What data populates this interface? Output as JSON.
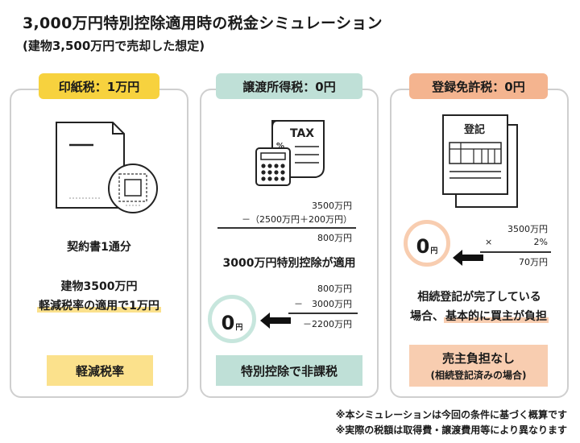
{
  "header": {
    "title": "3,000万円特別控除適用時の税金シミュレーション",
    "subtitle": "(建物3,500万円で売却した想定)"
  },
  "cards": {
    "stamp": {
      "pill": "印紙税：1万円",
      "doc_label": "契約書1通分",
      "line1": "建物3500万円",
      "line2": "軽減税率の適用で1万円",
      "bottom": "軽減税率",
      "icon": "document-with-stamp-icon"
    },
    "transfer": {
      "pill": "譲渡所得税：0円",
      "calc1_a": "3500万円",
      "calc1_b": "－（2500万円＋200万円）",
      "calc1_result": "800万円",
      "deduction_label": "3000万円特別控除が適用",
      "calc2_a": "800万円",
      "calc2_b": "－　3000万円",
      "calc2_result": "－2200万円",
      "zero_value": "0",
      "zero_unit": "円",
      "bottom": "特別控除で非課税",
      "icon": "tax-calculator-icon",
      "tax_label": "TAX",
      "percent_label": "%"
    },
    "registration": {
      "pill": "登録免許税：0円",
      "register_label": "登記",
      "calc_a": "3500万円",
      "calc_op": "×",
      "calc_b": "2%",
      "calc_result": "70万円",
      "zero_value": "0",
      "zero_unit": "円",
      "note1": "相続登記が完了している",
      "note2_pre": "場合、",
      "note2_hl": "基本的に買主が負担",
      "bottom": "売主負担なし",
      "bottom_sub": "(相続登記済みの場合)",
      "icon": "registration-document-icon"
    }
  },
  "footnotes": [
    "※本シミュレーションは今回の条件に基づく概算です",
    "※実際の税額は取得費・譲渡費用等により異なります"
  ],
  "colors": {
    "yellow": "#f7d23e",
    "green": "#bfe0d7",
    "orange": "#f4b48f",
    "border": "#cfcfcf"
  }
}
